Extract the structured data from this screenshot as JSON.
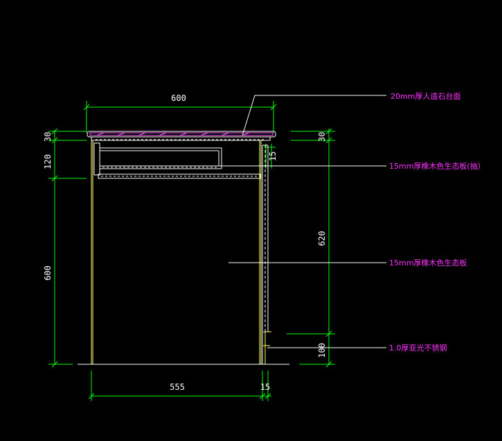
{
  "dimensions": {
    "top_width": "600",
    "top_thickness_left": "30",
    "drawer_height": "120",
    "cabinet_height_left": "600",
    "top_thickness_right": "30",
    "side_panel_thickness": "15",
    "side_height_right": "620",
    "kick_height": "100",
    "base_depth": "555",
    "base_panel": "15"
  },
  "callouts": {
    "countertop": "20mm厚人造石台面",
    "drawer": "15mm厚橡木色生态板(抽）",
    "panel": "15mm厚橡木色生态板",
    "steel": "1.0厚亚光不锈钢"
  },
  "colors": {
    "background": "#000000",
    "dimension": "#00ff00",
    "cabinet": "#ffff66",
    "callout": "#ff33ff",
    "text": "#ffffff"
  }
}
